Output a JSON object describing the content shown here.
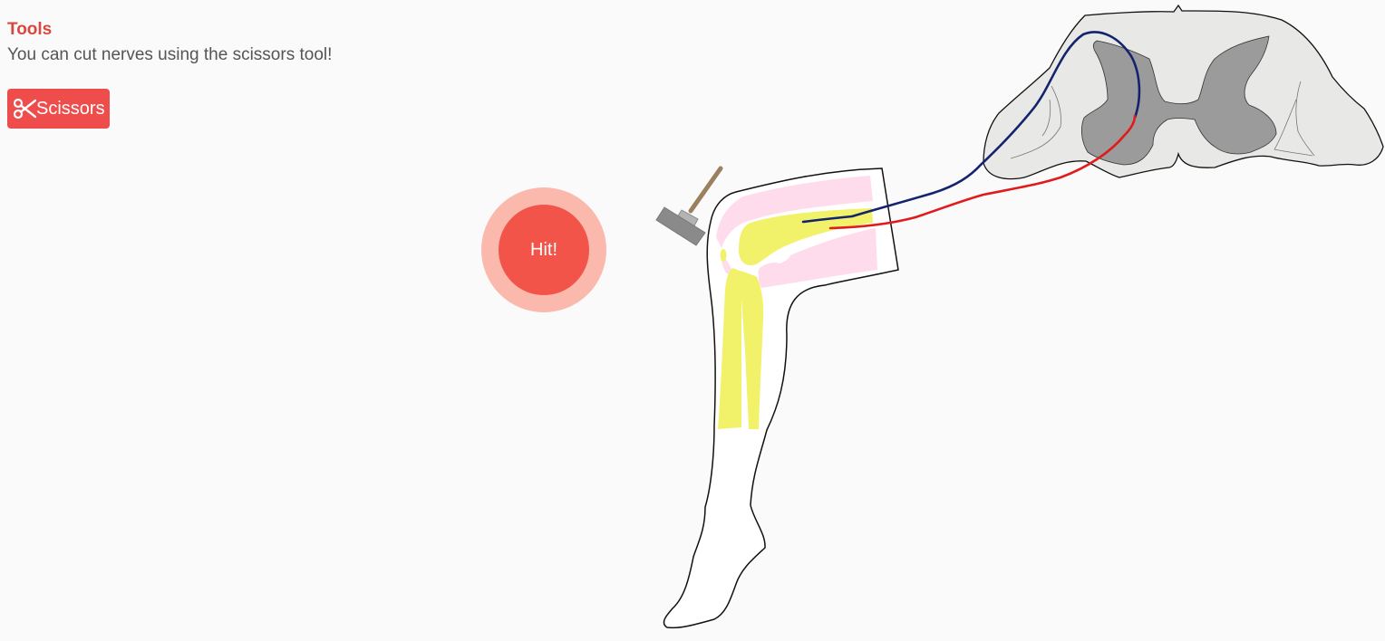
{
  "tools": {
    "title": "Tools",
    "description": "You can cut nerves using the scissors tool!",
    "scissors_label": "Scissors",
    "scissors_icon": "scissors-icon"
  },
  "hit_button": {
    "label": "Hit!"
  },
  "colors": {
    "accent": "#ef4c4c",
    "title": "#d9473f",
    "hit_inner": "#f2544a",
    "hit_outer": "#fbb9ad",
    "afferent_nerve": "#14236e",
    "efferent_nerve": "#e01b1b",
    "bone": "#f2f26a",
    "muscle": "#ffdcec",
    "spinal_gray_matter": "#9b9b9b",
    "spinal_white_matter": "#e8e8e6"
  },
  "scene": {
    "hammer_icon": "reflex-hammer-icon",
    "leg": "leg-diagram",
    "spinal_cord": "spinal-cord-cross-section"
  }
}
